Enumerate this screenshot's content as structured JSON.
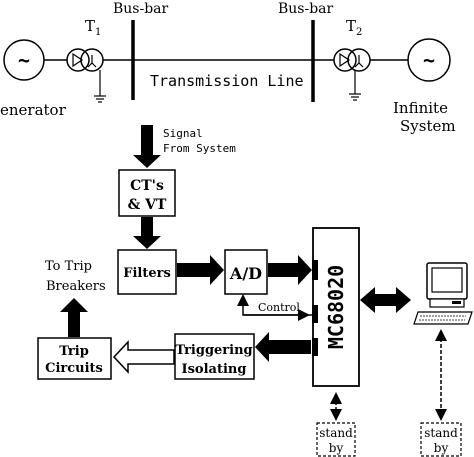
{
  "power_system": {
    "generator_label": "enerator",
    "transformer_1": "T",
    "transformer_1_sub": "1",
    "transformer_2": "T",
    "transformer_2_sub": "2",
    "busbar_left": "Bus-bar",
    "busbar_right": "Bus-bar",
    "line_label": "Transmission Line",
    "infinite_line1": "Infinite",
    "infinite_line2": "System",
    "ac_symbol": "~"
  },
  "signal": {
    "line1": "Signal",
    "line2": "From System"
  },
  "blocks": {
    "cts_line1": "CT's",
    "cts_line2": "& VT",
    "filters": "Filters",
    "ad": "A/D",
    "mcu": "MC68020",
    "control": "Control",
    "triggering_line1": "Triggering",
    "triggering_line2": "Isolating",
    "trip_circuits_line1": "Trip",
    "trip_circuits_line2": "Circuits",
    "to_trip_line1": "To Trip",
    "to_trip_line2": "Breakers",
    "standby_left_line1": "stand",
    "standby_left_line2": "by",
    "standby_right_line1": "stand",
    "standby_right_line2": "by"
  }
}
